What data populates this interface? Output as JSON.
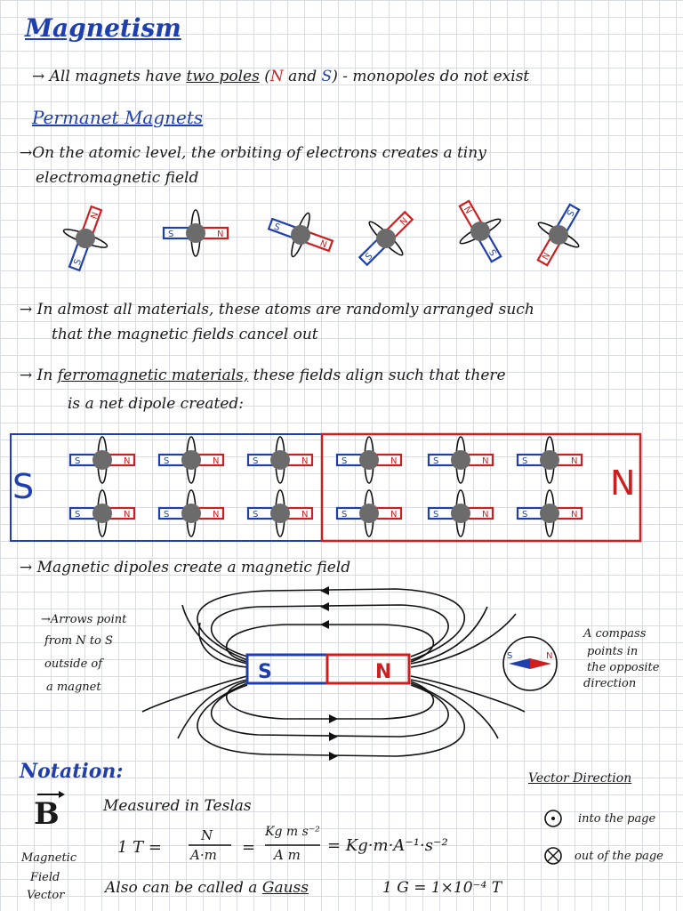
{
  "title": "Magnetism",
  "line1": {
    "prefix": "→ All magnets have",
    "underlined": "two poles",
    "paren_open": "(",
    "n_letter": "N",
    "and_word": "and",
    "s_letter": "S",
    "suffix": ") - monopoles do not exist"
  },
  "permanent": {
    "heading": "Permanet Magnets",
    "line_a": "→On the atomic level, the orbiting of electrons creates a tiny",
    "line_b": "electromagnetic field"
  },
  "random": {
    "line_a": "→ In almost all materials, these atoms are randomly arranged such",
    "line_b": "that the magnetic fields cancel out"
  },
  "ferro": {
    "prefix": "→ In",
    "underlined": "ferromagnetic materials,",
    "suffix": "these fields align such that there",
    "line_b": "is a net dipole created:"
  },
  "bar": {
    "s_label": "S",
    "n_label": "N",
    "pole_n": "N",
    "pole_s": "S"
  },
  "dipoles_line": "→ Magnetic dipoles create a magnetic field",
  "field": {
    "arrows_note": [
      "→Arrows point",
      "from N to S",
      "outside of",
      "a magnet"
    ],
    "s_label": "S",
    "n_label": "N",
    "compass_note": [
      "A compass",
      "points in",
      "the opposite",
      "direction"
    ],
    "compass_s": "S",
    "compass_n": "N"
  },
  "notation": {
    "heading": "Notation:",
    "symbol": "B",
    "symbol_caption": [
      "Magnetic",
      "Field",
      "Vector"
    ],
    "measured": "Measured in Teslas",
    "eq_lhs": "1 T =",
    "frac1_num": "N",
    "frac1_den": "A·m",
    "eq2": "=",
    "frac2_num": "Kg m s⁻²",
    "frac2_den": "A m",
    "eq3": "= Kg·m·A⁻¹·s⁻²",
    "gauss_prefix": "Also can be called a",
    "gauss_word": "Gauss",
    "gauss_eq": "1 G = 1×10⁻⁴ T",
    "vector_heading": "Vector Direction",
    "into_page": "into the page",
    "out_page": "out of the page"
  },
  "colors": {
    "blue": "#1f3fae",
    "red": "#cc1f1f",
    "atom_gray": "#6b6b6b"
  }
}
